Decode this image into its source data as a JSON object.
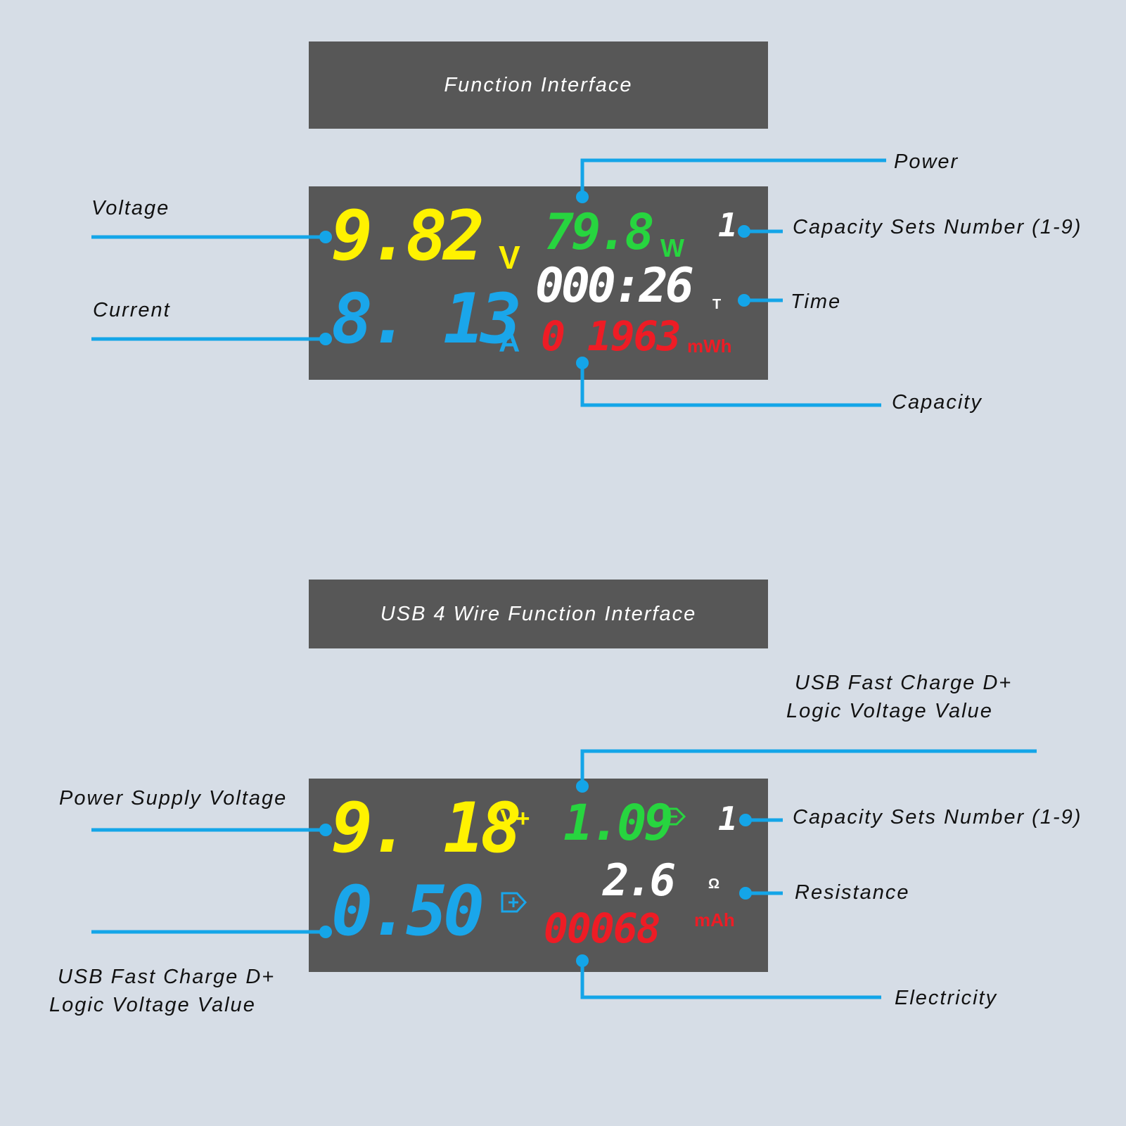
{
  "colors": {
    "background": "#d6dde6",
    "panel": "#575757",
    "leader": "#14a5e8",
    "yellow": "#fff200",
    "blue": "#1aa6ea",
    "green": "#27d53f",
    "white": "#ffffff",
    "red": "#ee1c25"
  },
  "panel1": {
    "title": "Function Interface",
    "voltage": "9.82",
    "voltage_unit": "V",
    "current": "8. 13",
    "current_unit": "A",
    "power": "79.8",
    "power_unit": "W",
    "set_number": "1",
    "time": "000:26",
    "time_unit": "T",
    "capacity": "0 1963",
    "capacity_unit": "mWh",
    "labels": {
      "voltage": "Voltage",
      "current": "Current",
      "power": "Power",
      "set_number": "Capacity Sets Number (1-9)",
      "time": "Time",
      "capacity": "Capacity"
    }
  },
  "panel2": {
    "title": "USB 4 Wire Function Interface",
    "supply_voltage": "9. 18",
    "supply_voltage_unit": "V+",
    "d_minus_voltage": "0.50",
    "d_minus_icon": "d-plus-icon",
    "d_plus_voltage": "1.09",
    "d_plus_icon": "d-minus-icon",
    "set_number": "1",
    "resistance": "2.6",
    "resistance_unit": "Ω",
    "electricity": "00068",
    "electricity_unit": "mAh",
    "labels": {
      "d_plus_top_line1": "USB Fast Charge D+",
      "d_plus_top_line2": "Logic Voltage Value",
      "power_supply_voltage": "Power Supply Voltage",
      "set_number": "Capacity Sets Number (1-9)",
      "resistance": "Resistance",
      "electricity": "Electricity",
      "d_plus_bottom_line1": "USB Fast Charge D+",
      "d_plus_bottom_line2": "Logic Voltage Value"
    }
  }
}
